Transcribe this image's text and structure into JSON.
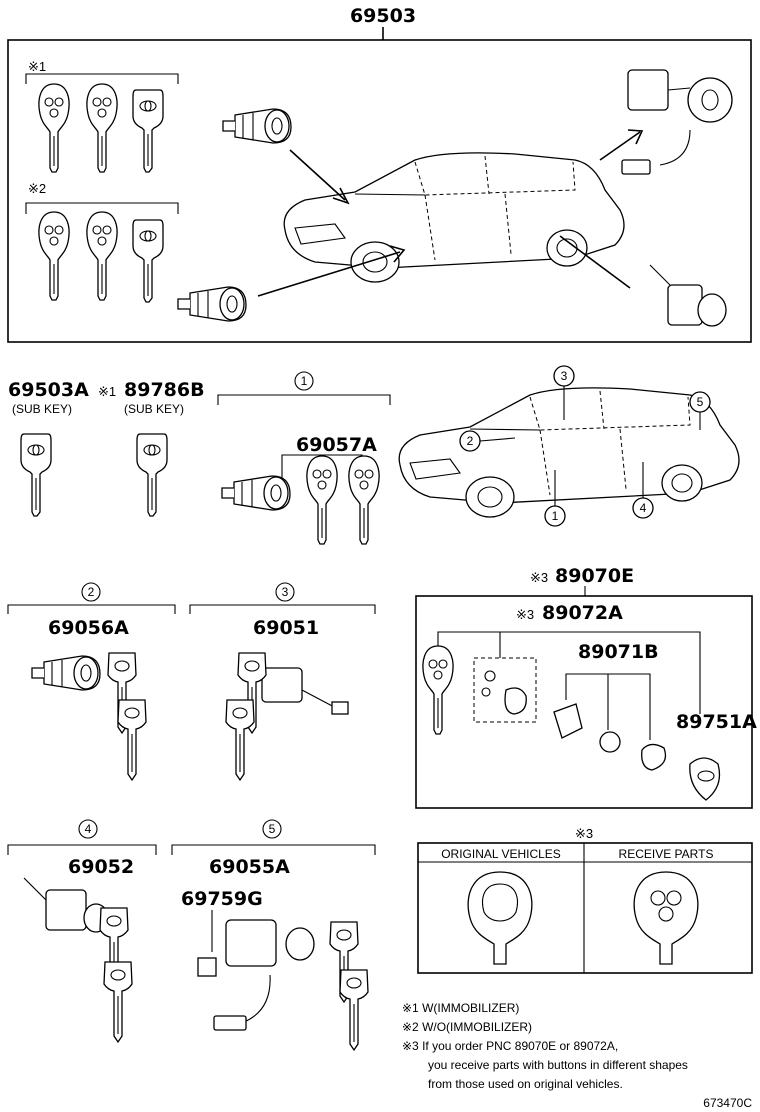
{
  "main_group": {
    "part_number": "69503"
  },
  "groups": {
    "g1_label": "※1",
    "g2_label": "※2"
  },
  "parts": {
    "p69503A": {
      "number": "69503A",
      "sub": "(SUB KEY)"
    },
    "p89786B": {
      "mark": "※1",
      "number": "89786B",
      "sub": "(SUB KEY)"
    },
    "p69057A": {
      "circle": "1",
      "number": "69057A"
    },
    "p69056A": {
      "circle": "2",
      "number": "69056A"
    },
    "p69051": {
      "circle": "3",
      "number": "69051"
    },
    "p69052": {
      "circle": "4",
      "number": "69052"
    },
    "p69055A": {
      "circle": "5",
      "number": "69055A"
    },
    "p69759G": {
      "number": "69759G"
    },
    "p89070E": {
      "mark": "※3",
      "number": "89070E"
    },
    "p89072A": {
      "mark": "※3",
      "number": "89072A"
    },
    "p89071B": {
      "number": "89071B"
    },
    "p89751A": {
      "number": "89751A"
    }
  },
  "car_callouts": [
    "1",
    "2",
    "3",
    "4",
    "5"
  ],
  "comparison": {
    "mark": "※3",
    "col1": "ORIGINAL VEHICLES",
    "col2": "RECEIVE PARTS"
  },
  "notes": [
    "※1 W(IMMOBILIZER)",
    "※2 W/O(IMMOBILIZER)",
    "※3  If you order PNC 89070E or 89072A,",
    "you receive parts with buttons in different shapes",
    "from those used on original vehicles."
  ],
  "figure_id": "673470C",
  "colors": {
    "ink": "#000000",
    "paper": "#ffffff"
  }
}
